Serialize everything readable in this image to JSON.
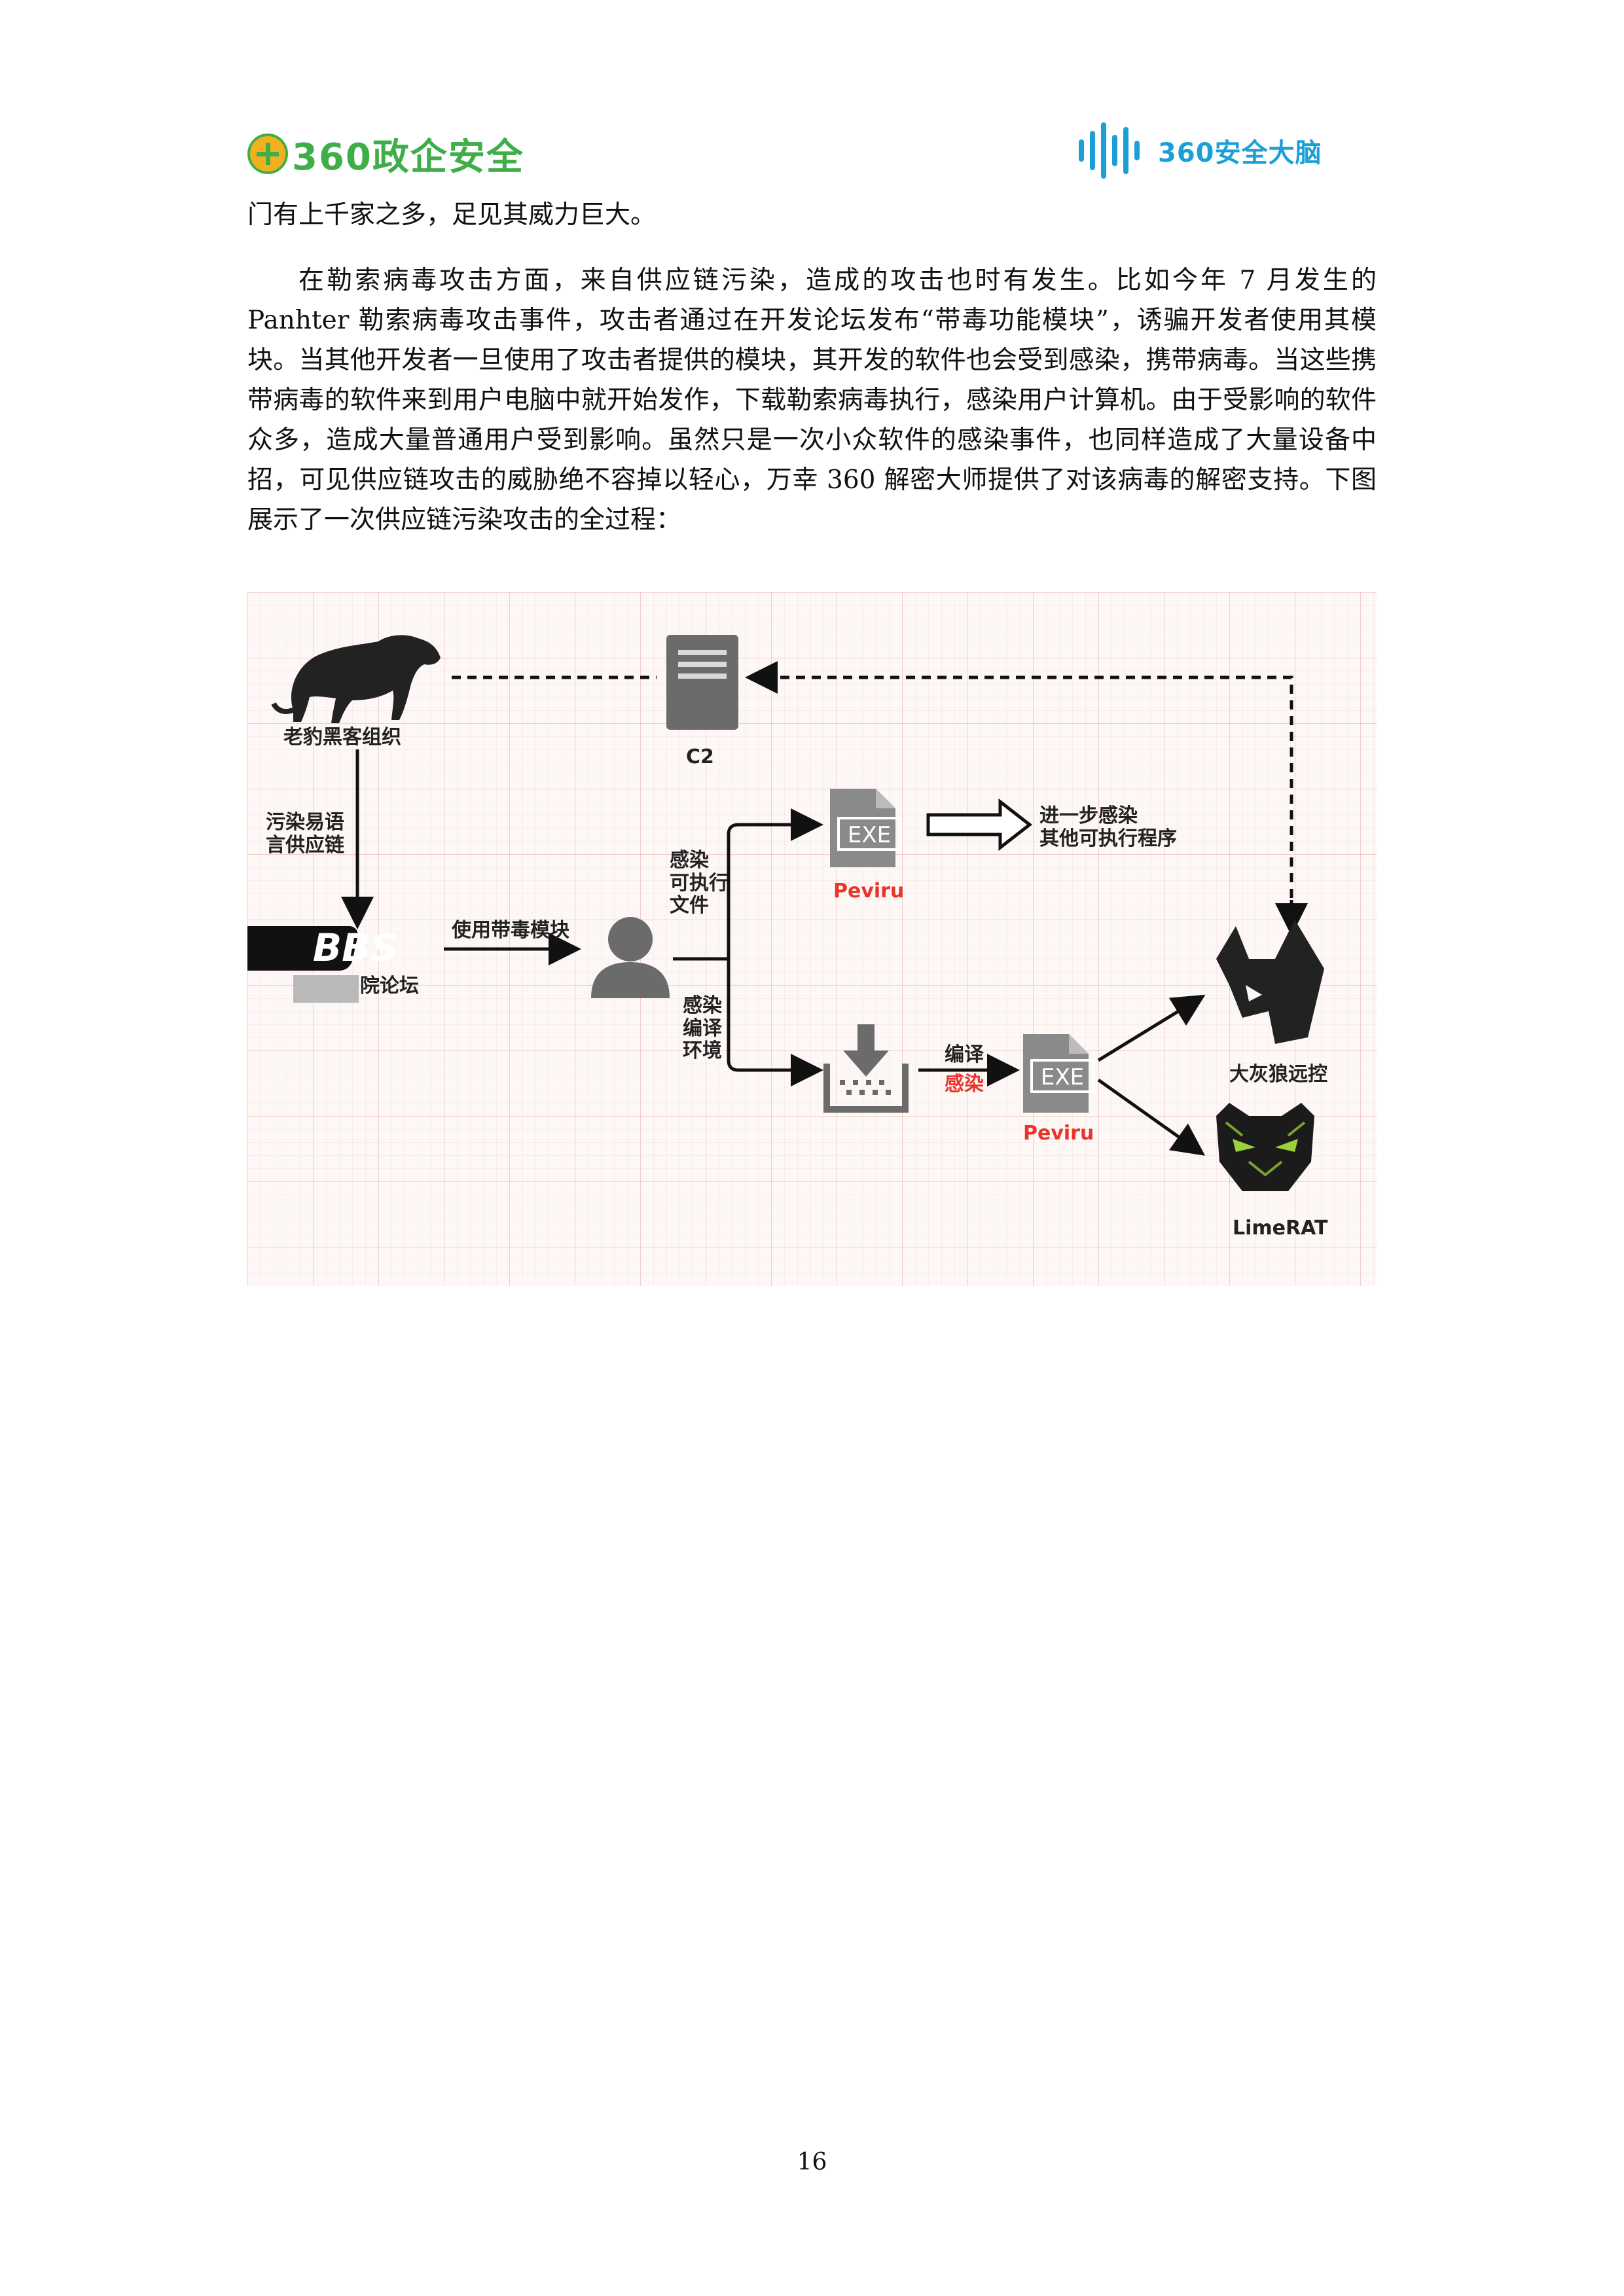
{
  "header": {
    "left_logo_text": "360政企安全",
    "right_logo_text": "360安全大脑"
  },
  "body": {
    "paragraph_1": "门有上千家之多，足见其威力巨大。",
    "paragraph_2": "在勒索病毒攻击方面，来自供应链污染，造成的攻击也时有发生。比如今年 7 月发生的 Panhter 勒索病毒攻击事件，攻击者通过在开发论坛发布“带毒功能模块”，诱骗开发者使用其模块。当其他开发者一旦使用了攻击者提供的模块，其开发的软件也会受到感染，携带病毒。当这些携带病毒的软件来到用户电脑中就开始发作，下载勒索病毒执行，感染用户计算机。由于受影响的软件众多，造成大量普通用户受到影响。虽然只是一次小众软件的感染事件，也同样造成了大量设备中招，可见供应链攻击的威胁绝不容掉以轻心，万幸 360 解密大师提供了对该病毒的解密支持。下图展示了一次供应链污染攻击的全过程："
  },
  "diagram": {
    "nodes": {
      "hacker_group": "老豹黑客组织",
      "c2": "C2",
      "bbs_logo": "BBS",
      "forum": "院论坛",
      "exe_top_icon": "EXE",
      "peviru_top": "Peviru",
      "exe_bottom_icon": "EXE",
      "peviru_bottom": "Peviru",
      "wolf_rat": "大灰狼远控",
      "lime_rat": "LimeRAT"
    },
    "edges": {
      "pollute_supply_chain": "污染易语\n言供应链",
      "use_module": "使用带毒模块",
      "infect_exe": "感染\n可执行\n文件",
      "infect_env": "感染\n编译\n环境",
      "further_infect": "进一步感染\n其他可执行程序",
      "compile": "编译",
      "infect": "感染"
    },
    "colors": {
      "accent_red": "#e8342a",
      "icon_gray": "#6b6b6b"
    }
  },
  "footer": {
    "page_number": "16"
  }
}
